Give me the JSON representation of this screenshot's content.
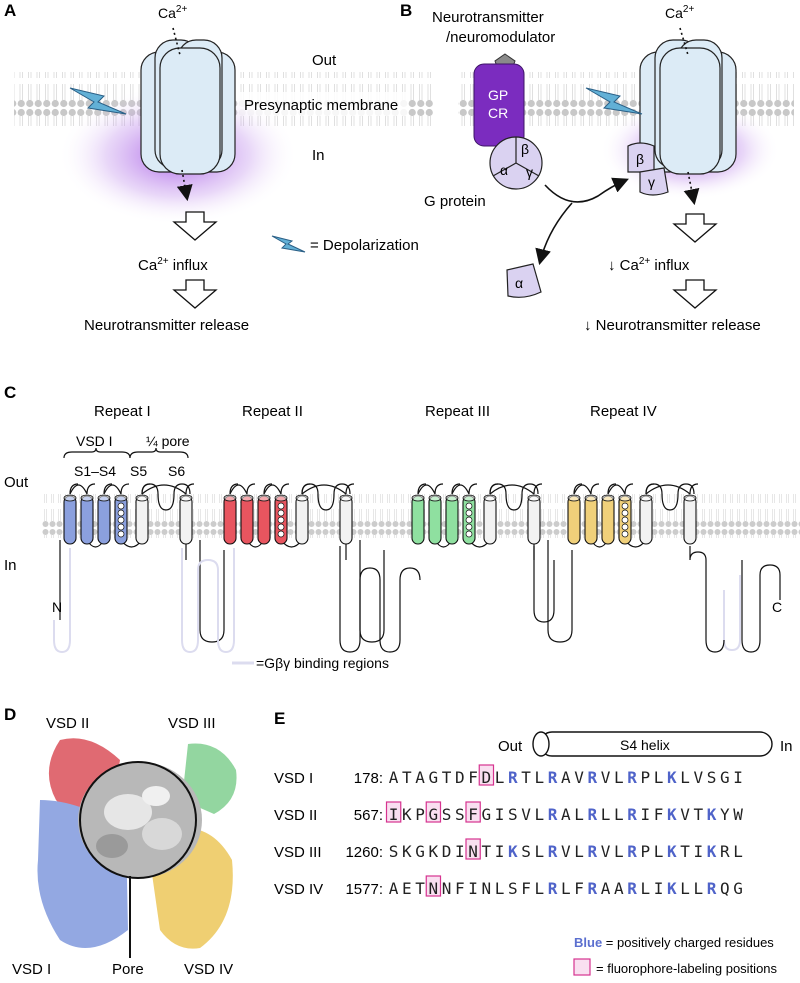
{
  "panels": {
    "A": {
      "letter": "A",
      "ca_ion": "Ca2+",
      "out_label": "Out",
      "in_label": "In",
      "membrane_label": "Presynaptic membrane",
      "influx_label": "Ca2+ influx",
      "release_label": "Neurotransmitter release",
      "legend_label": "= Depolarization"
    },
    "B": {
      "letter": "B",
      "ligand_label_line1": "Neurotransmitter",
      "ligand_label_line2": "/neuromodulator",
      "gpcr_line1": "GP",
      "gpcr_line2": "CR",
      "g_protein_label": "G protein",
      "alpha": "α",
      "beta": "β",
      "gamma": "γ",
      "ca_ion": "Ca2+",
      "influx_label": "↓ Ca2+ influx",
      "release_label": "↓ Neurotransmitter release"
    },
    "C": {
      "letter": "C",
      "repeats": [
        "Repeat I",
        "Repeat II",
        "Repeat III",
        "Repeat IV"
      ],
      "vsd_label": "VSD I",
      "pore_label": "¼ pore",
      "s1s4_label": "S1–S4",
      "s5_label": "S5",
      "s6_label": "S6",
      "out_label": "Out",
      "in_label": "In",
      "n_term": "N",
      "c_term": "C",
      "legend_label": "=Gβγ binding regions",
      "colors": {
        "vsd1": "#8ba0de",
        "vsd2": "#e8555f",
        "vsd3": "#8fe0a0",
        "vsd4": "#f0d07a",
        "gbg": "#dcdcef"
      }
    },
    "D": {
      "letter": "D",
      "labels": [
        "VSD II",
        "VSD III",
        "VSD I",
        "Pore",
        "VSD IV"
      ]
    },
    "E": {
      "letter": "E",
      "helix_out": "Out",
      "helix_label": "S4 helix",
      "helix_in": "In",
      "rows": [
        {
          "name": "VSD I",
          "num": "178:",
          "seq": "ATAGTDFDLRTLRAVRVLRPLKLVSGI",
          "blue": [
            9,
            12,
            15,
            18,
            21
          ],
          "boxed": [
            7
          ]
        },
        {
          "name": "VSD II",
          "num": "567:",
          "seq": "IKPGSSFGISVLRALRLLRIFKVTKYW",
          "blue": [
            12,
            15,
            18,
            21,
            24
          ],
          "boxed": [
            0,
            3,
            6
          ]
        },
        {
          "name": "VSD III",
          "num": "1260:",
          "seq": "SKGKDINTIKSLRVLRVLRPLKTIKRL",
          "blue": [
            9,
            12,
            15,
            18,
            21,
            24
          ],
          "boxed": [
            6
          ]
        },
        {
          "name": "VSD IV",
          "num": "1577:",
          "seq": "AETNNFINLSFLRLFRAARLIKLLRQG",
          "blue": [
            12,
            15,
            18,
            21,
            24
          ],
          "boxed": [
            3
          ]
        }
      ],
      "legend_blue_word": "Blue",
      "legend_blue_rest": " = positively charged residues",
      "legend_box": "= fluorophore-labeling positions"
    }
  }
}
